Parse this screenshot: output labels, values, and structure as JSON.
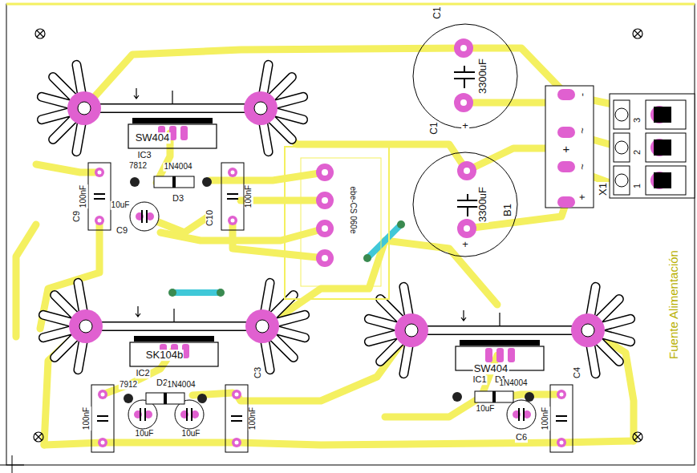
{
  "diagram": {
    "labels": [
      "C1",
      "3300uF",
      "+",
      "C1",
      "3300uF",
      "+",
      "B1",
      "-",
      "~",
      "+",
      "~",
      "+",
      "X1",
      "3",
      "2",
      "1",
      "SW404",
      "IC3",
      "7812",
      "1N4004",
      "D3",
      "C9",
      "100nF",
      "10uF",
      "C9",
      "C10",
      "100nF",
      "ebe-CS 060e",
      "SK104b",
      "IC2",
      "7912",
      "D2",
      "1N4004",
      "100nF",
      "10uF",
      "10uF",
      "C3",
      "100nF",
      "SW404",
      "IC1",
      "D1",
      "1N4004",
      "10uF",
      "C6",
      "100nF",
      "C4",
      "Fuente Alimentación"
    ]
  }
}
